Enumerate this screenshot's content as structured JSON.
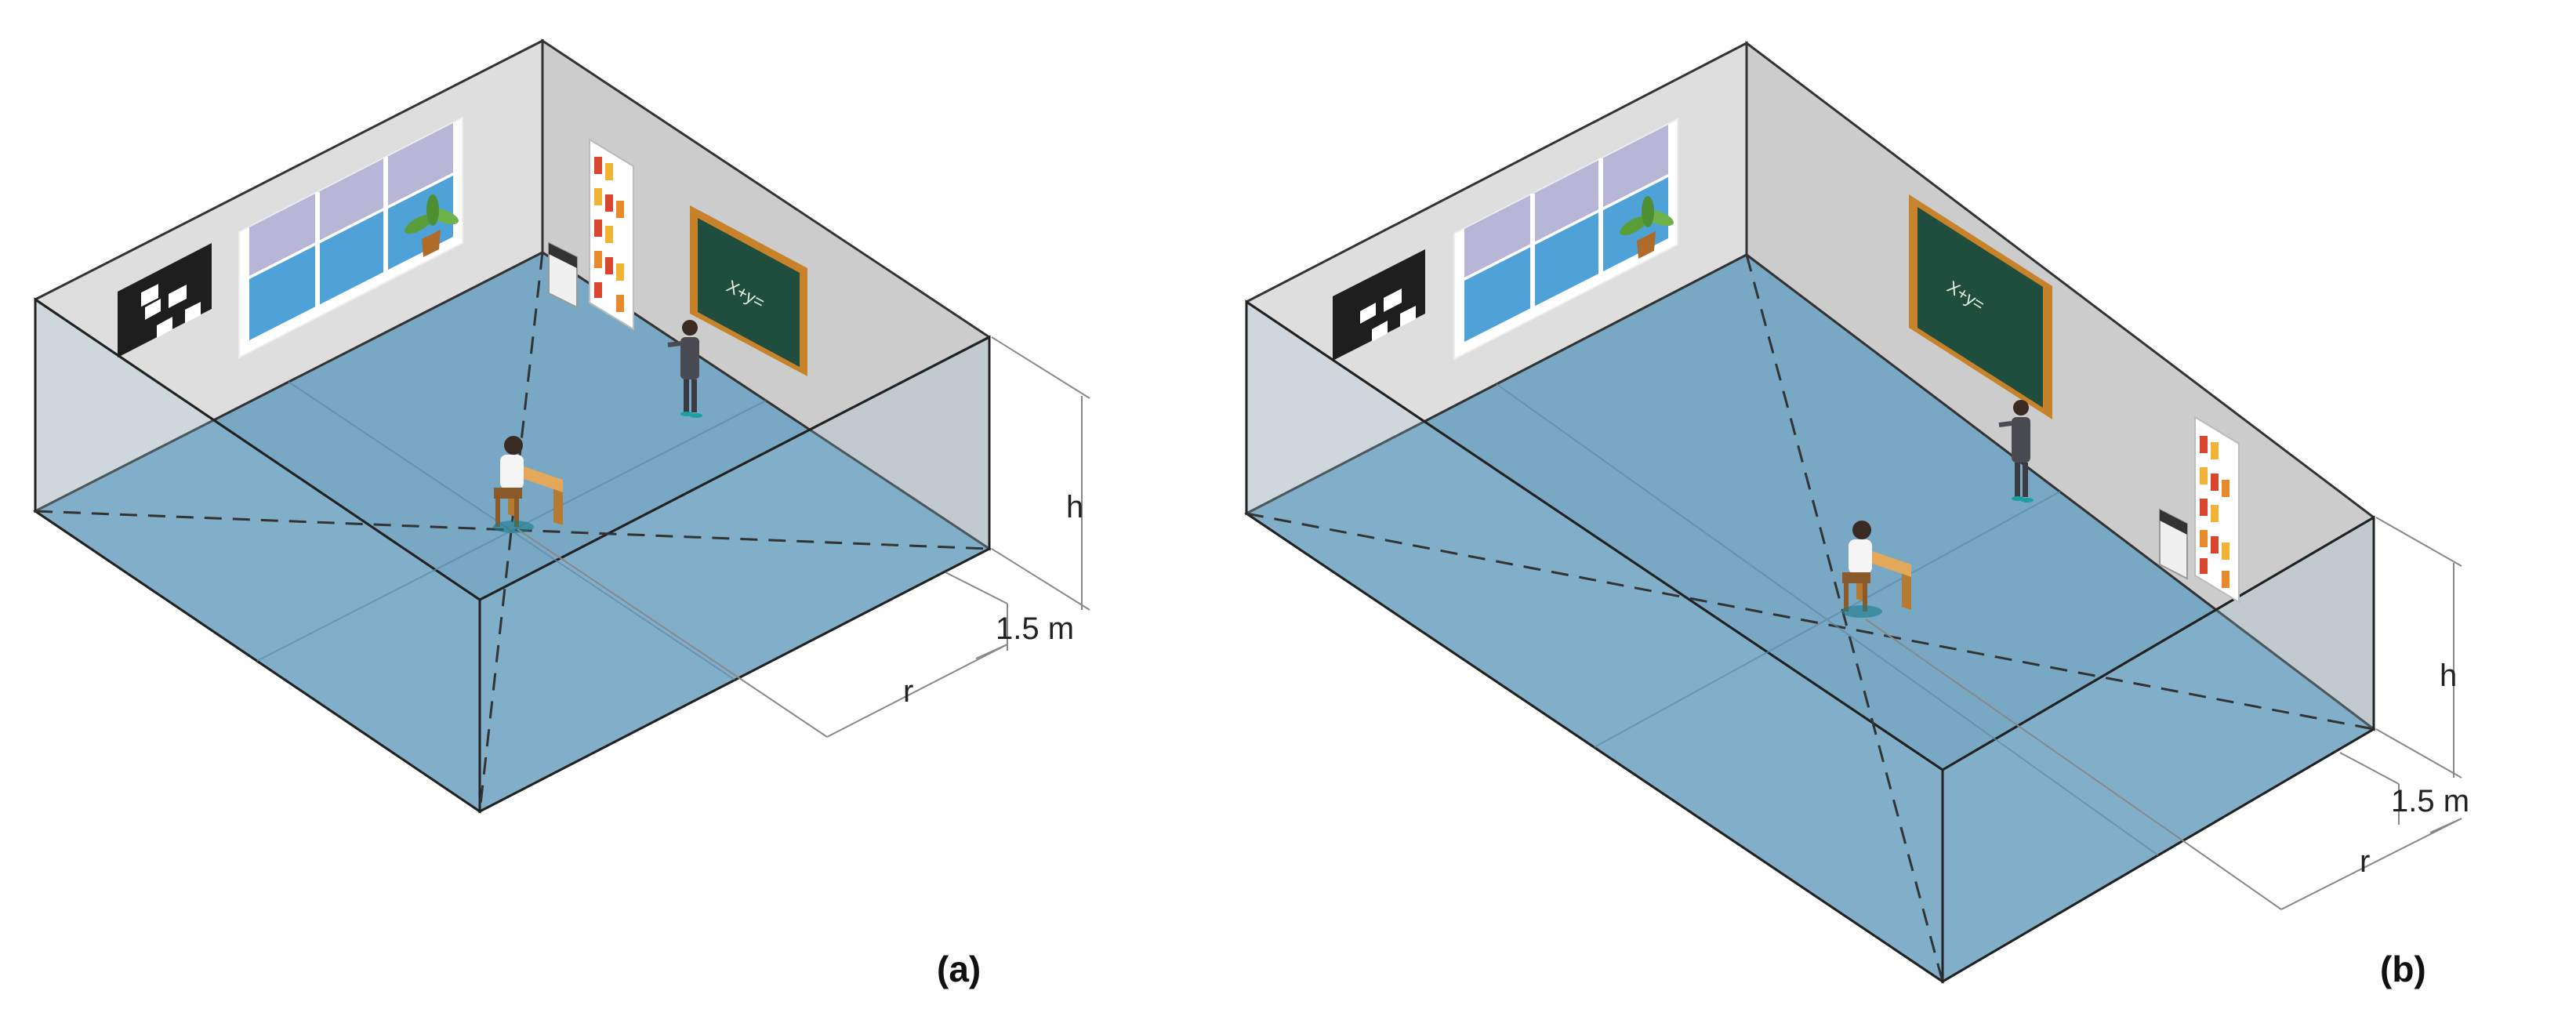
{
  "panels": [
    {
      "id": "a",
      "caption": "(a)",
      "board_text": "X+y=",
      "dim_h": "h",
      "dim_height": "1.5 m",
      "dim_r": "r"
    },
    {
      "id": "b",
      "caption": "(b)",
      "board_text": "X+y=",
      "dim_h": "h",
      "dim_height": "1.5 m",
      "dim_r": "r"
    }
  ],
  "colors": {
    "floor": "#7aa9c4",
    "wall_back": "#dcdcdc",
    "wall_side": "#c8c8c8",
    "board": "#1f4d3e",
    "board_frame": "#c8822a"
  }
}
